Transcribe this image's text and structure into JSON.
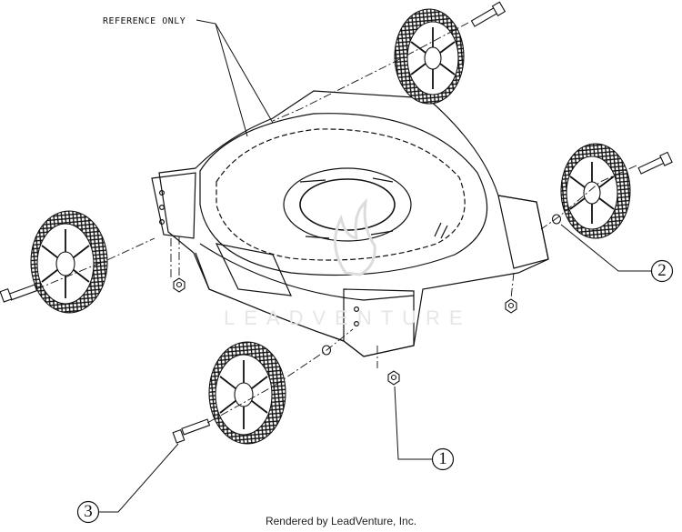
{
  "diagram": {
    "reference_label": "REFERENCE ONLY",
    "watermark": "LEADVENTURE",
    "callouts": [
      {
        "id": "1",
        "label": "1"
      },
      {
        "id": "2",
        "label": "2"
      },
      {
        "id": "3",
        "label": "3"
      }
    ],
    "line_color": "#111111"
  },
  "footer": {
    "credit": "Rendered by LeadVenture, Inc."
  }
}
